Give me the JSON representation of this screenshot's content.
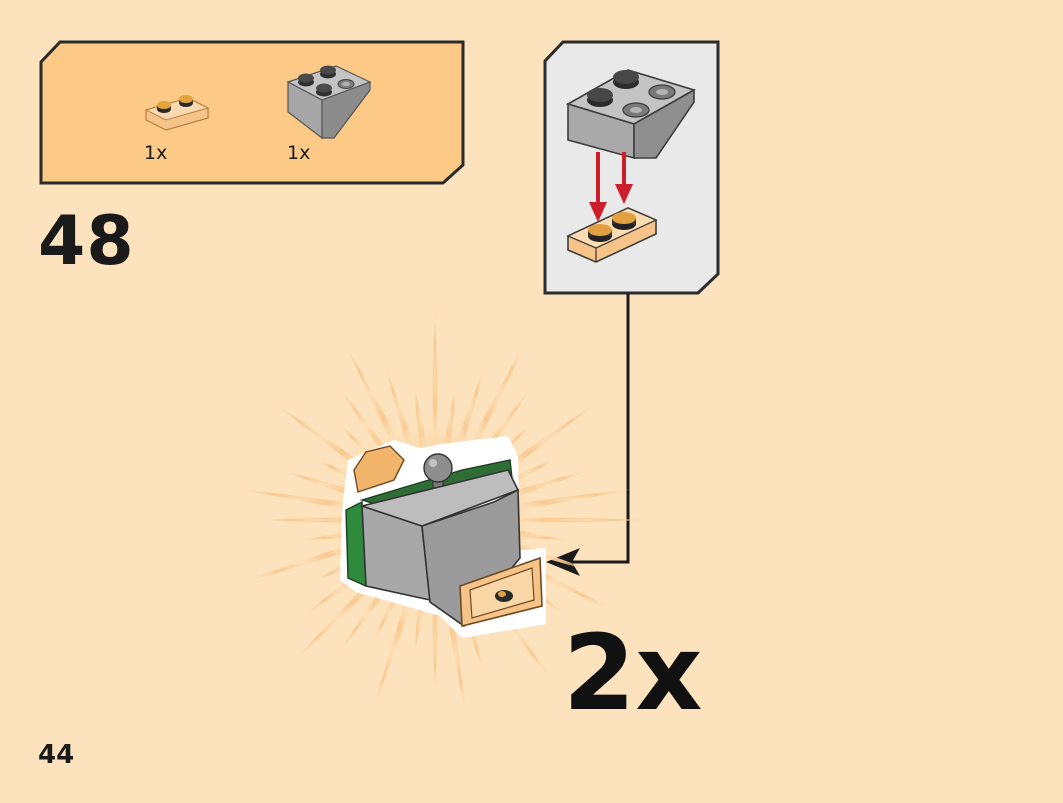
{
  "parts_list": {
    "items": [
      {
        "icon": "transparent-orange-plate-1x2-icon",
        "quantity": "1x"
      },
      {
        "icon": "gray-inverted-slope-2x2-icon",
        "quantity": "1x"
      }
    ]
  },
  "step": {
    "number": "48"
  },
  "assembly": {
    "multiplier": "2x"
  },
  "page": {
    "number": "44"
  },
  "colors": {
    "background": "#fde3bd",
    "parts_panel": "#fdc987",
    "callout_panel": "#e9e9e9",
    "outline": "#2b2b2b",
    "arrow_red": "#cc1f2c",
    "brick_gray": "#a6a6a6",
    "trans_orange": "#f6c489",
    "green": "#2e8a3c"
  }
}
